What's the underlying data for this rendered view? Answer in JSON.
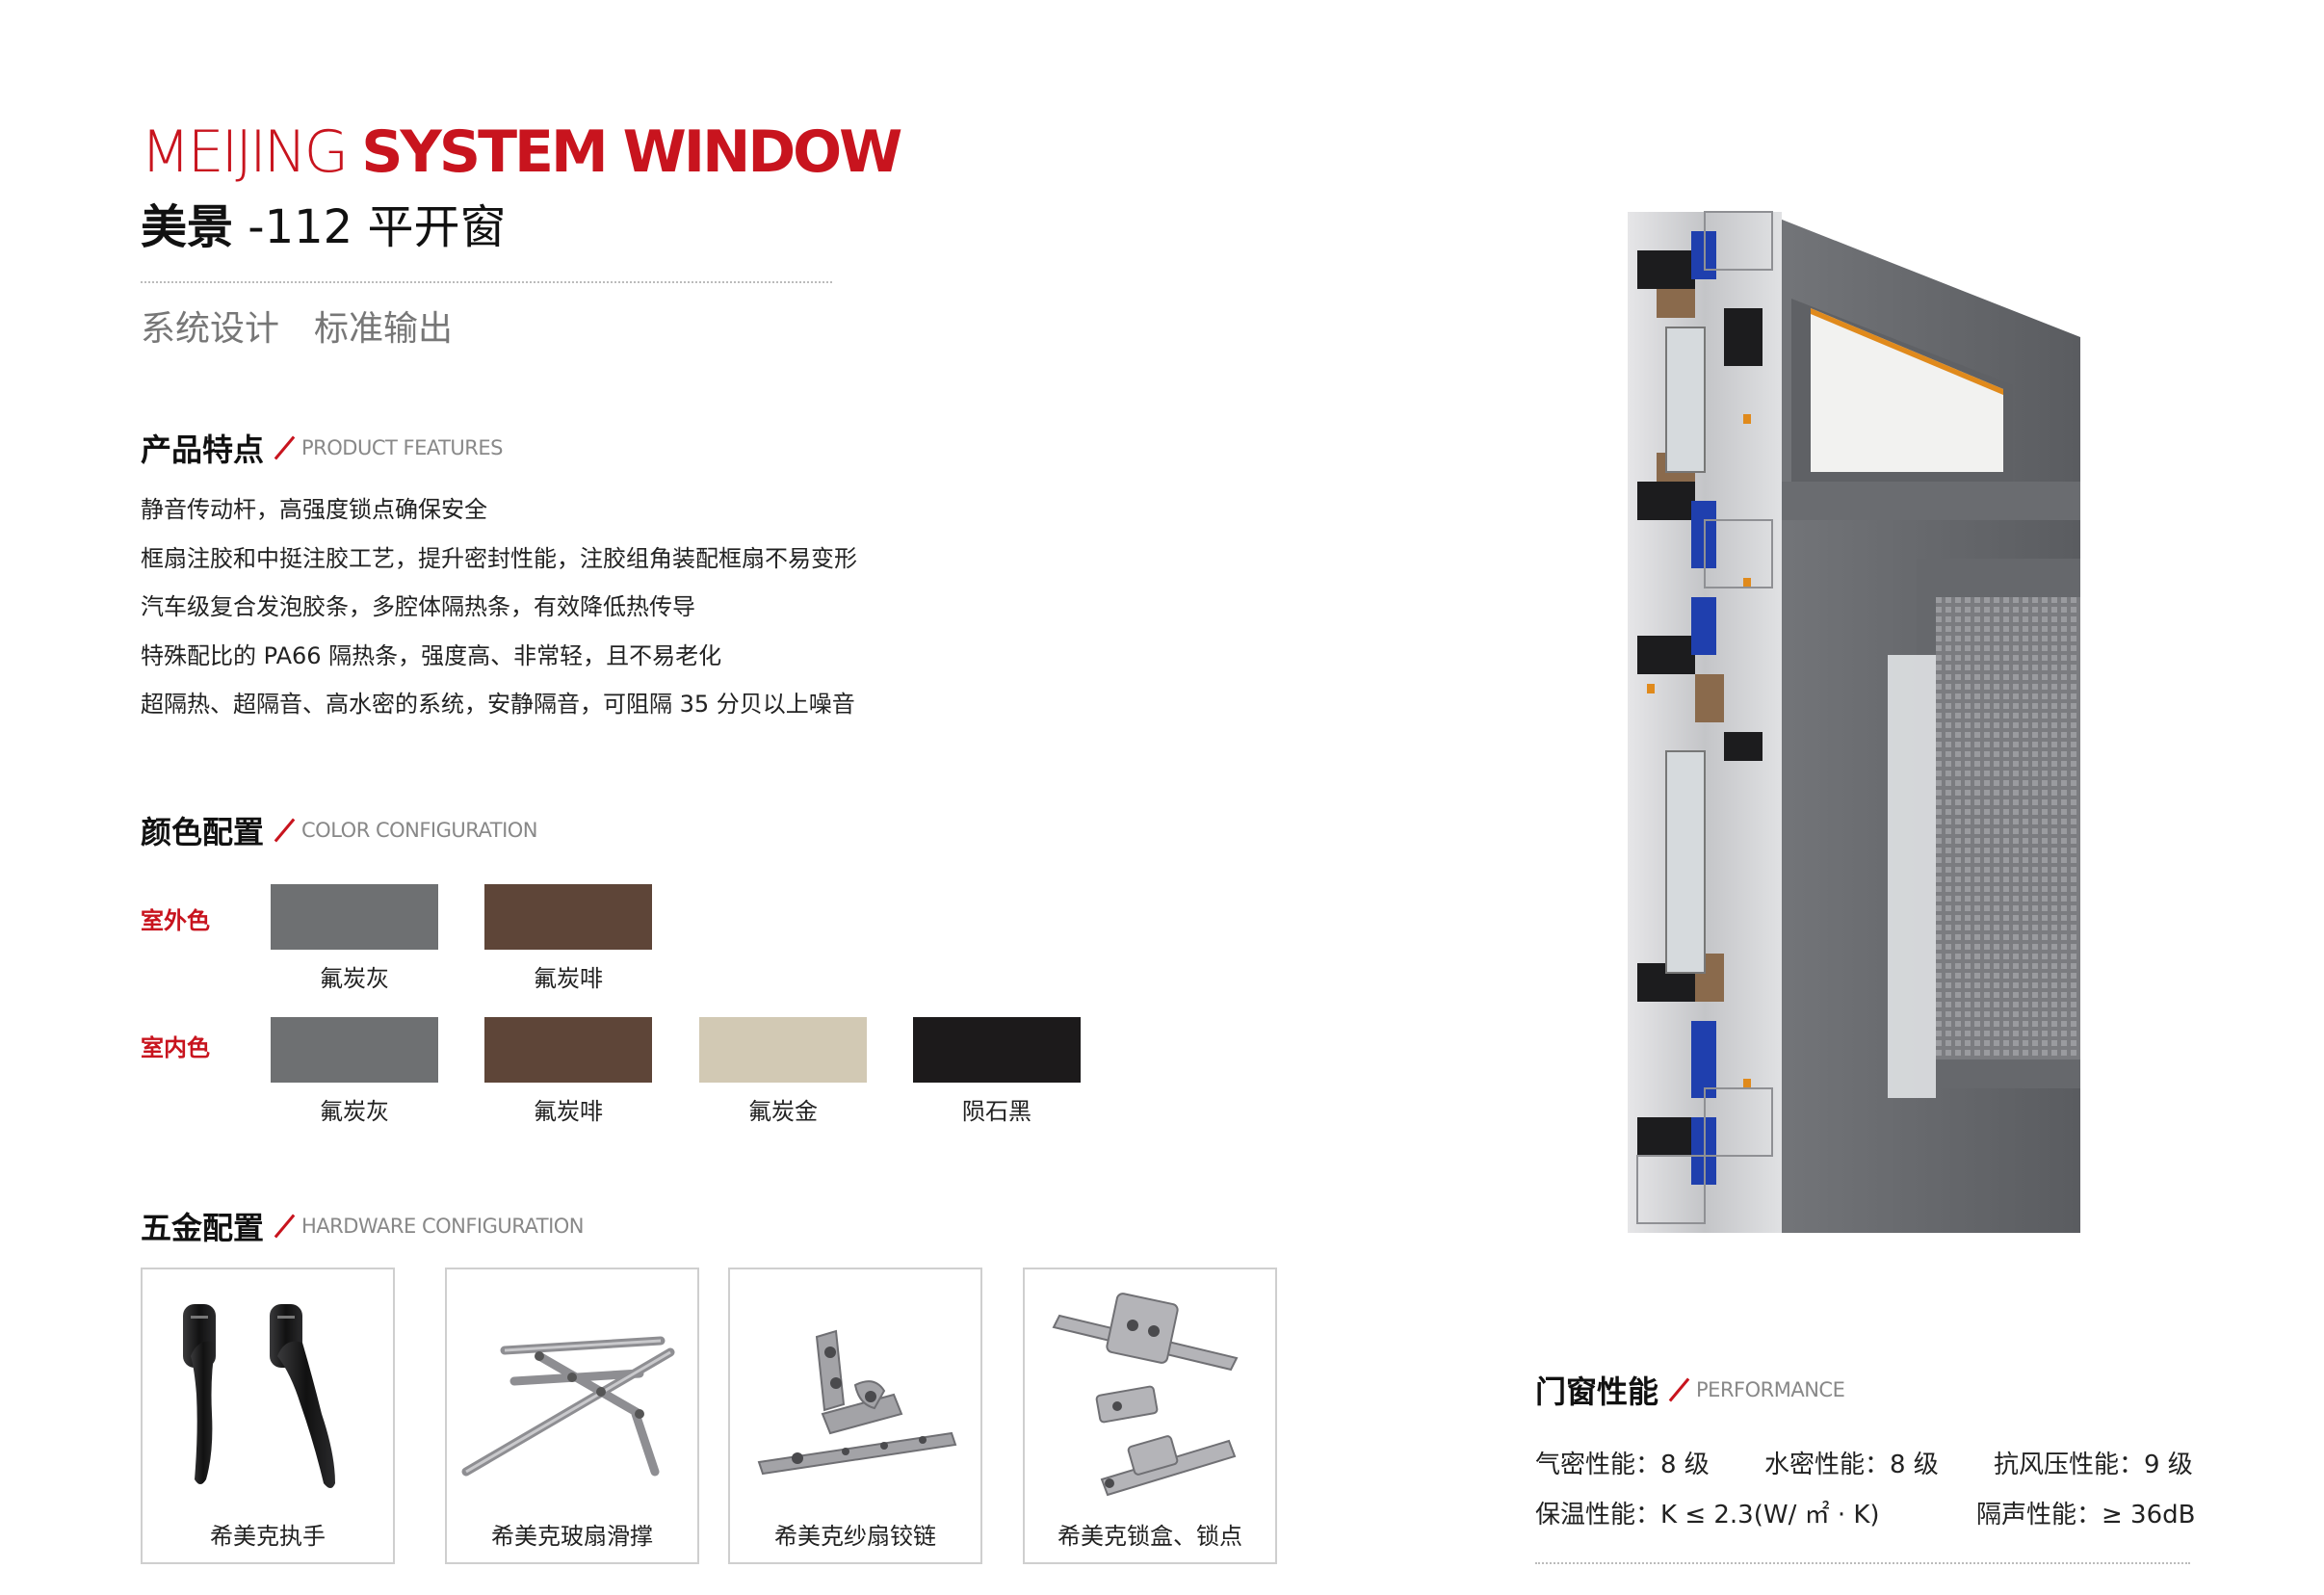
{
  "header": {
    "brand_thin": "MEIJING",
    "brand_bold": "SYSTEM WINDOW",
    "model_bold": "美景",
    "model_rest": "-112 平开窗",
    "slogan_1": "系统设计",
    "slogan_2": "标准输出"
  },
  "features": {
    "title_zh": "产品特点",
    "title_en": "PRODUCT FEATURES",
    "items": [
      "静音传动杆，高强度锁点确保安全",
      "框扇注胶和中挺注胶工艺，提升密封性能，注胶组角装配框扇不易变形",
      "汽车级复合发泡胶条，多腔体隔热条，有效降低热传导",
      "特殊配比的 PA66 隔热条，强度高、非常轻，且不易老化",
      "超隔热、超隔音、高水密的系统，安静隔音，可阻隔 35 分贝以上噪音"
    ]
  },
  "colors": {
    "title_zh": "颜色配置",
    "title_en": "COLOR CONFIGURATION",
    "outdoor_label": "室外色",
    "indoor_label": "室内色",
    "outdoor": [
      {
        "name": "氟炭灰",
        "hex": "#6e7072"
      },
      {
        "name": "氟炭啡",
        "hex": "#5e4538"
      }
    ],
    "indoor": [
      {
        "name": "氟炭灰",
        "hex": "#6e7072"
      },
      {
        "name": "氟炭啡",
        "hex": "#5e4538"
      },
      {
        "name": "氟炭金",
        "hex": "#d2c9b4"
      },
      {
        "name": "陨石黑",
        "hex": "#1c1a1b"
      }
    ]
  },
  "hardware": {
    "title_zh": "五金配置",
    "title_en": "HARDWARE CONFIGURATION",
    "items": [
      {
        "caption": "希美克执手",
        "icon": "window-handle-icon"
      },
      {
        "caption": "希美克玻扇滑撑",
        "icon": "friction-stay-icon"
      },
      {
        "caption": "希美克纱扇铰链",
        "icon": "hinge-icon"
      },
      {
        "caption": "希美克锁盒、锁点",
        "icon": "lock-box-icon"
      }
    ]
  },
  "performance": {
    "title_zh": "门窗性能",
    "title_en": "PERFORMANCE",
    "air": "气密性能：8 级",
    "water": "水密性能：8 级",
    "wind": "抗风压性能：9 级",
    "thermal": "保温性能：K ≤ 2.3(W/ ㎡ · K)",
    "sound": "隔声性能：≥ 36dB"
  },
  "theme": {
    "accent": "#c8141e",
    "profile_gray": "#6b6d70",
    "insulation_blue": "#1f3fae",
    "gasket_orange": "#e08a1c"
  },
  "illustration": "window-section-icon"
}
